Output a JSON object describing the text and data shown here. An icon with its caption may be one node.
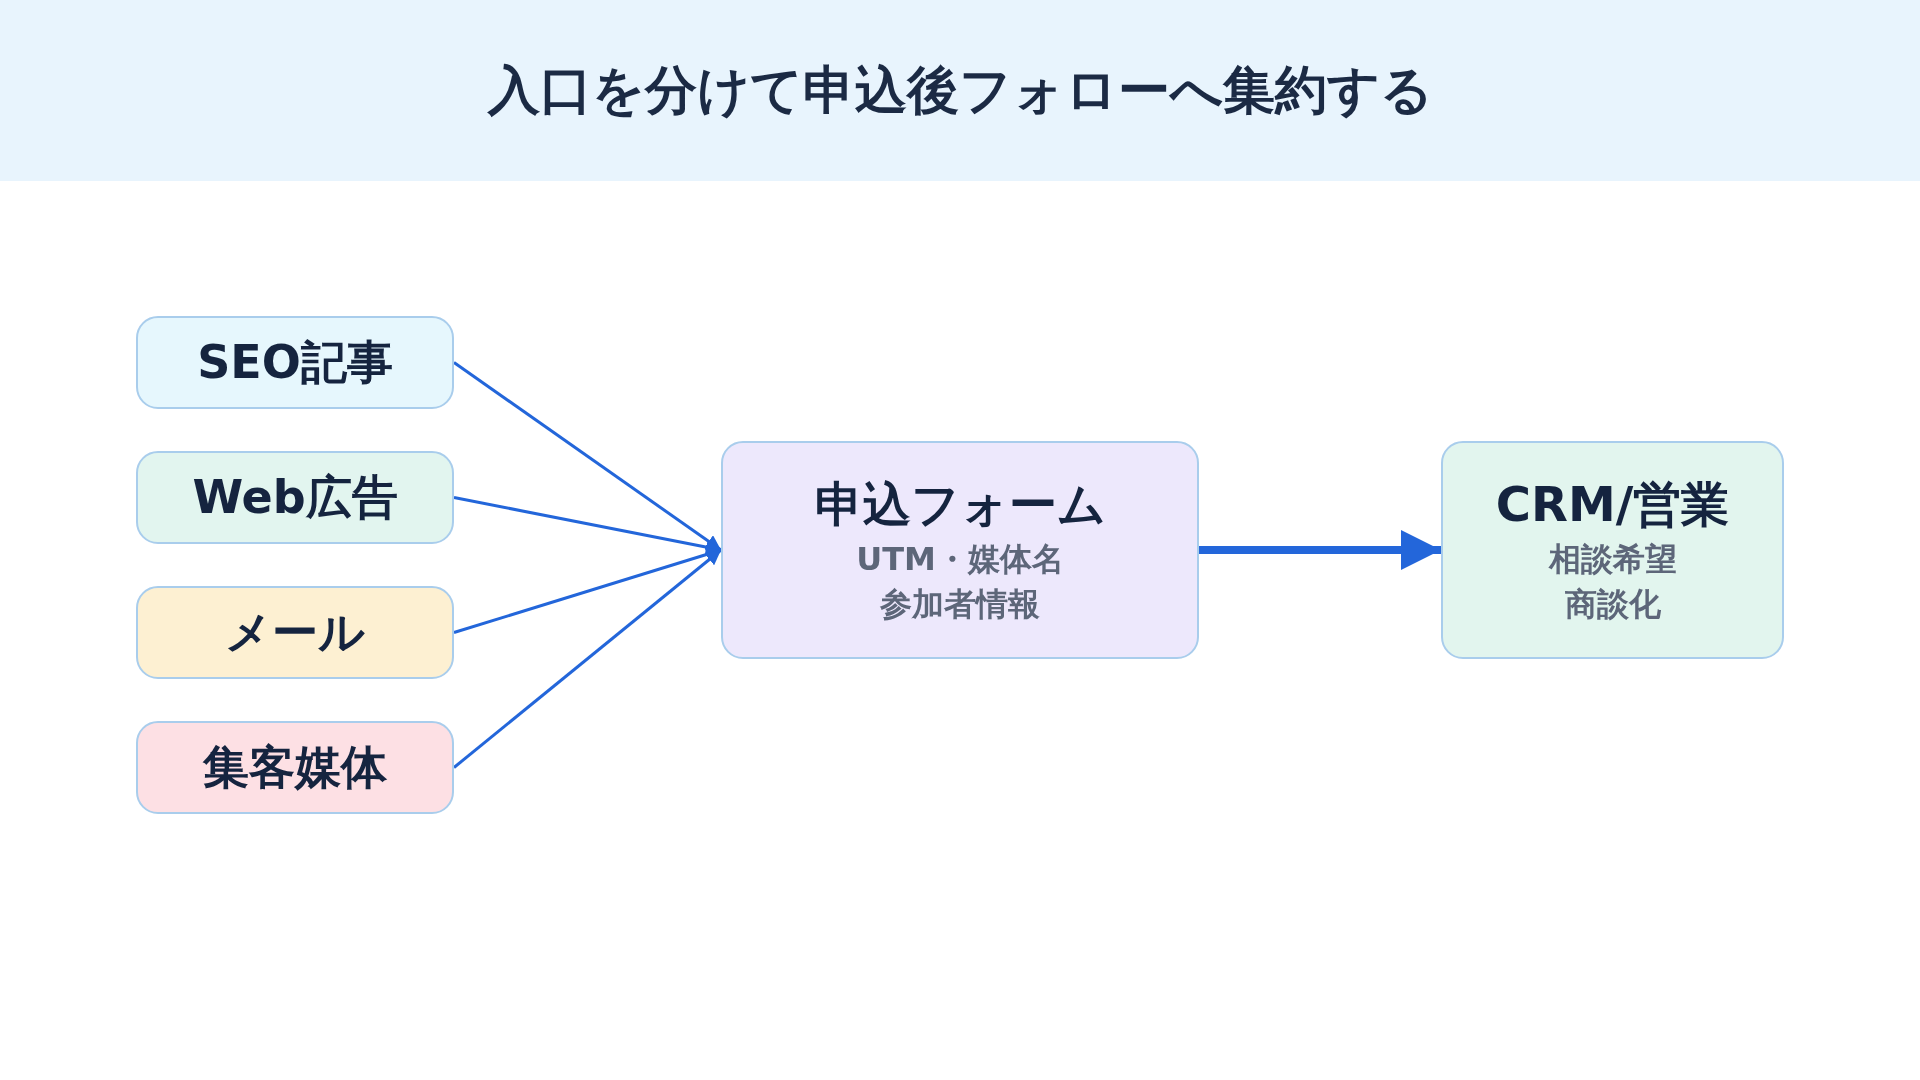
{
  "diagram": {
    "title": "入口を分けて申込後フォローへ集約する",
    "nodes": [
      {
        "text": [
          "SEO記事"
        ]
      },
      {
        "text": [
          "Web広告"
        ]
      },
      {
        "text": [
          "メール"
        ]
      },
      {
        "text": [
          "集客媒体"
        ]
      },
      {
        "text": [
          "申込フォーム",
          "UTM・媒体名",
          "参加者情報"
        ]
      },
      {
        "text": [
          "CRM/営業",
          "相談希望",
          "商談化"
        ]
      }
    ],
    "edges": [
      {
        "from": 0,
        "to": 4,
        "arrow": "to"
      },
      {
        "from": 1,
        "to": 4,
        "arrow": "to"
      },
      {
        "from": 2,
        "to": 4,
        "arrow": "to"
      },
      {
        "from": 3,
        "to": 4,
        "arrow": "to"
      },
      {
        "from": 4,
        "to": 5,
        "arrow": "to",
        "style": "thick"
      }
    ]
  }
}
